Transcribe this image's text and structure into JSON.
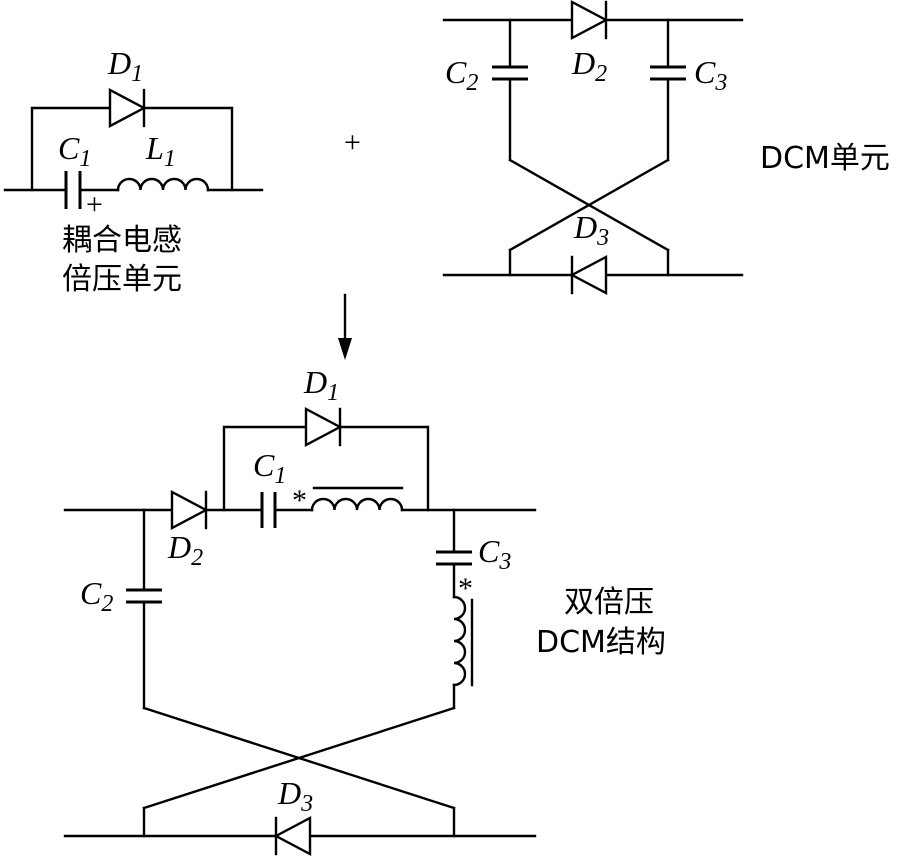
{
  "labels": {
    "D1_top": {
      "letter": "D",
      "sub": "1"
    },
    "D2_top": {
      "letter": "D",
      "sub": "2"
    },
    "D3_top": {
      "letter": "D",
      "sub": "3"
    },
    "C1_top": {
      "letter": "C",
      "sub": "1"
    },
    "L1_top": {
      "letter": "L",
      "sub": "1"
    },
    "C2_top": {
      "letter": "C",
      "sub": "2"
    },
    "C3_top": {
      "letter": "C",
      "sub": "3"
    },
    "D1_bot": {
      "letter": "D",
      "sub": "1"
    },
    "D2_bot": {
      "letter": "D",
      "sub": "2"
    },
    "D3_bot": {
      "letter": "D",
      "sub": "3"
    },
    "C1_bot": {
      "letter": "C",
      "sub": "1"
    },
    "C2_bot": {
      "letter": "C",
      "sub": "2"
    },
    "C3_bot": {
      "letter": "C",
      "sub": "3"
    }
  },
  "symbols": {
    "plus_operator": "+",
    "polarity_plus": "+",
    "dot_mark_1": "*",
    "dot_mark_2": "*"
  },
  "captions": {
    "coupled_unit_line1": "耦合电感",
    "coupled_unit_line2": "倍压单元",
    "dcm_unit": "DCM单元",
    "double_dcm_line1": "双倍压",
    "double_dcm_line2": "DCM结构"
  }
}
